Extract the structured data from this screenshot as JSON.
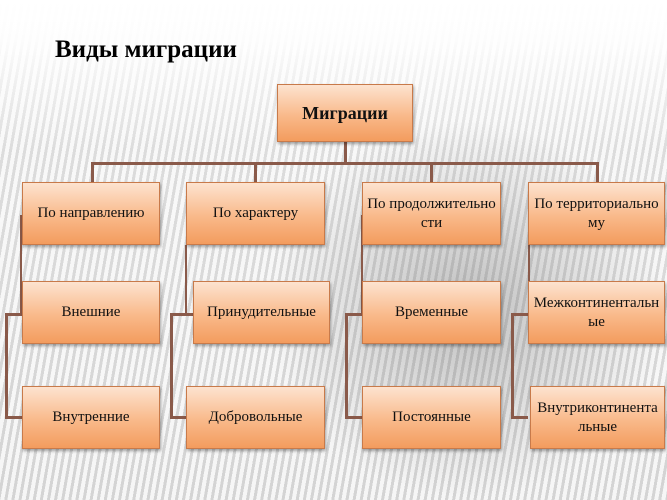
{
  "title": "Виды миграции",
  "root": "Миграции",
  "columns": [
    {
      "header": "По направлению",
      "children": [
        "Внешние",
        "Внутренние"
      ]
    },
    {
      "header": "По характеру",
      "children": [
        "Принудительные",
        "Добровольные"
      ]
    },
    {
      "header": "По продолжительности",
      "children": [
        "Временные",
        "Постоянные"
      ]
    },
    {
      "header": "По территориальному",
      "children": [
        "Межконтинентальные",
        "Внутриконтинентальные"
      ]
    }
  ]
}
